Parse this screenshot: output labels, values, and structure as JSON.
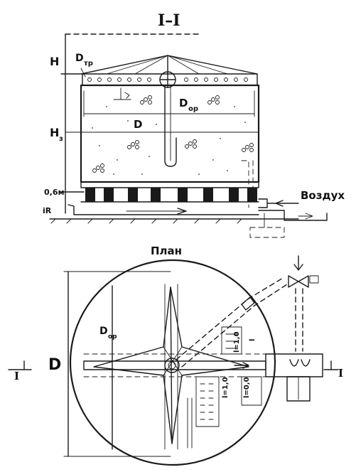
{
  "section": {
    "title": "I–I",
    "h_label": "H",
    "dtr_label": "D",
    "dtr_sub": "тр",
    "dor_label": "D",
    "dor_sub": "ор",
    "d_label": "D",
    "h3_label": "H",
    "h3_sub": "з",
    "height_06": "0,6м",
    "ir_label": "iR",
    "air_label": "Воздух"
  },
  "plan": {
    "title": "План",
    "d_label": "D",
    "dor_label": "D",
    "dor_sub": "ор",
    "cut_left": "I",
    "cut_right": "I",
    "slot1": "l=1,0",
    "slot2": "l=0,0",
    "slot3": "l=1,0",
    "slot4": "l"
  }
}
